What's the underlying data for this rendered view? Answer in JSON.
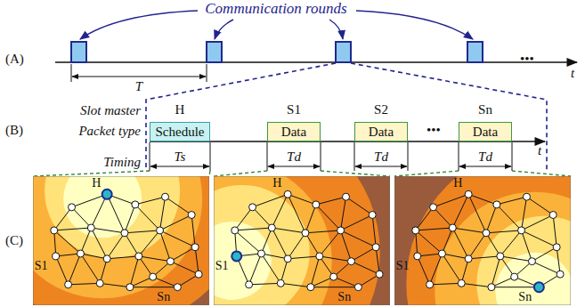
{
  "diagram": {
    "nodes": [
      {
        "text": [
          "H",
          "Schedule"
        ]
      },
      {
        "text": [
          "S1",
          "Data"
        ]
      },
      {
        "text": [
          "S2",
          "Data"
        ]
      },
      {
        "text": [
          "Sn",
          "Data"
        ]
      }
    ],
    "labels": [
      "Communication rounds",
      "(A)",
      "T",
      "t",
      "•••",
      "(B)",
      "Slot master",
      "Packet type",
      "Timing",
      "t",
      "•••",
      "Ts",
      "Td",
      "Td",
      "Td",
      "(C)",
      "H",
      "S1",
      "Sn",
      "H",
      "S1",
      "Sn",
      "H",
      "S1",
      "Sn"
    ]
  }
}
